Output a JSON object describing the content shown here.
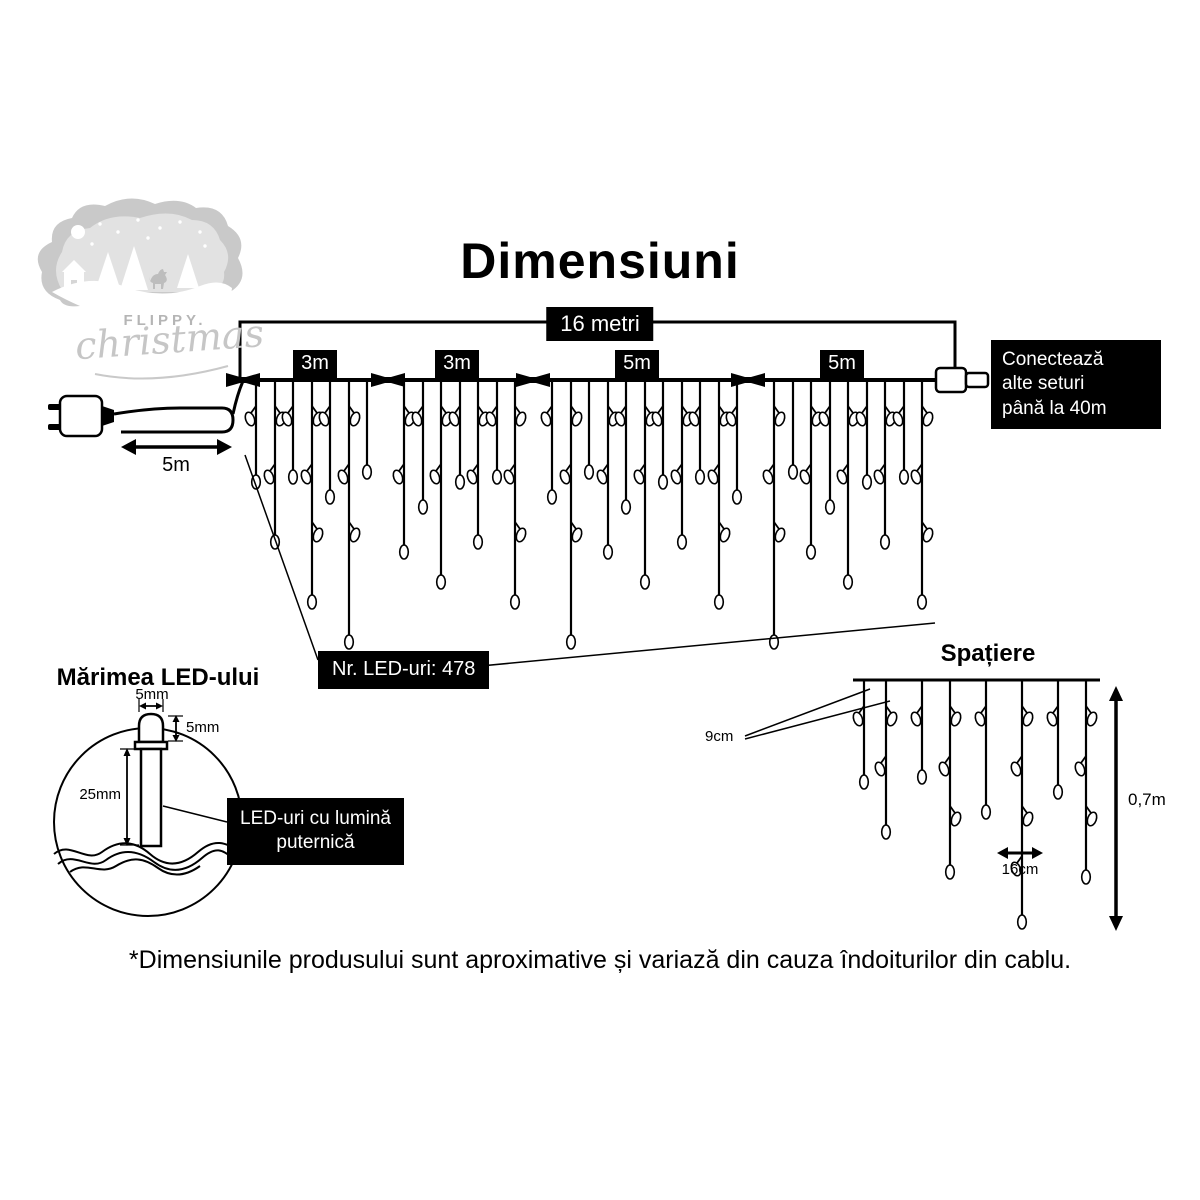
{
  "title": "Dimensiuni",
  "logo": {
    "brand": "FLIPPY.",
    "sub": "christmas"
  },
  "colors": {
    "box_bg": "#000000",
    "box_text": "#ffffff",
    "line": "#000000",
    "logo_gray": "#c6c6c6"
  },
  "main_diagram": {
    "total_length_label": "16 metri",
    "segments": [
      "3m",
      "3m",
      "5m",
      "5m"
    ],
    "lead_length_label": "5m",
    "connector_note": "Conectează\nalte seturi\npână la 40m",
    "led_count_label": "Nr. LED-uri: 478"
  },
  "led_size": {
    "section_title": "Mărimea LED-ului",
    "width_label": "5mm",
    "cap_height_label": "5mm",
    "length_label": "25mm",
    "note": "LED-uri cu lumină\nputernică"
  },
  "spacing": {
    "section_title": "Spațiere",
    "drop_spacing_label": "9cm",
    "bulb_spacing_label": "16cm",
    "drop_length_label": "0,7m"
  },
  "footnote": "*Dimensiunile produsului sunt aproximative și variază din cauza îndoiturilor din cablu."
}
